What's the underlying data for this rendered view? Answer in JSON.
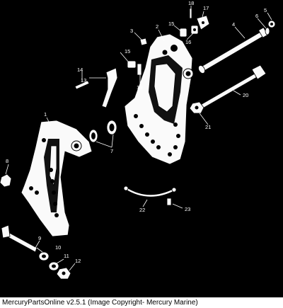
{
  "callouts": {
    "c1": "1",
    "c2": "2",
    "c3": "3",
    "c4": "4",
    "c5": "5",
    "c6": "6",
    "c7": "7",
    "c8": "8",
    "c9": "9",
    "c10": "10",
    "c11": "11",
    "c12": "12",
    "c13": "13",
    "c14": "14",
    "c15a": "15",
    "c15b": "15",
    "c16": "16",
    "c17": "17",
    "c18": "18",
    "c19": "19",
    "c20": "20",
    "c21": "21",
    "c22": "22",
    "c23": "23"
  },
  "caption": "MercuryPartsOnline v2.5.1 (Image Copyright- Mercury Marine)",
  "colors": {
    "background": "#000000",
    "line": "#ffffff",
    "caption_bg": "#ffffff"
  }
}
